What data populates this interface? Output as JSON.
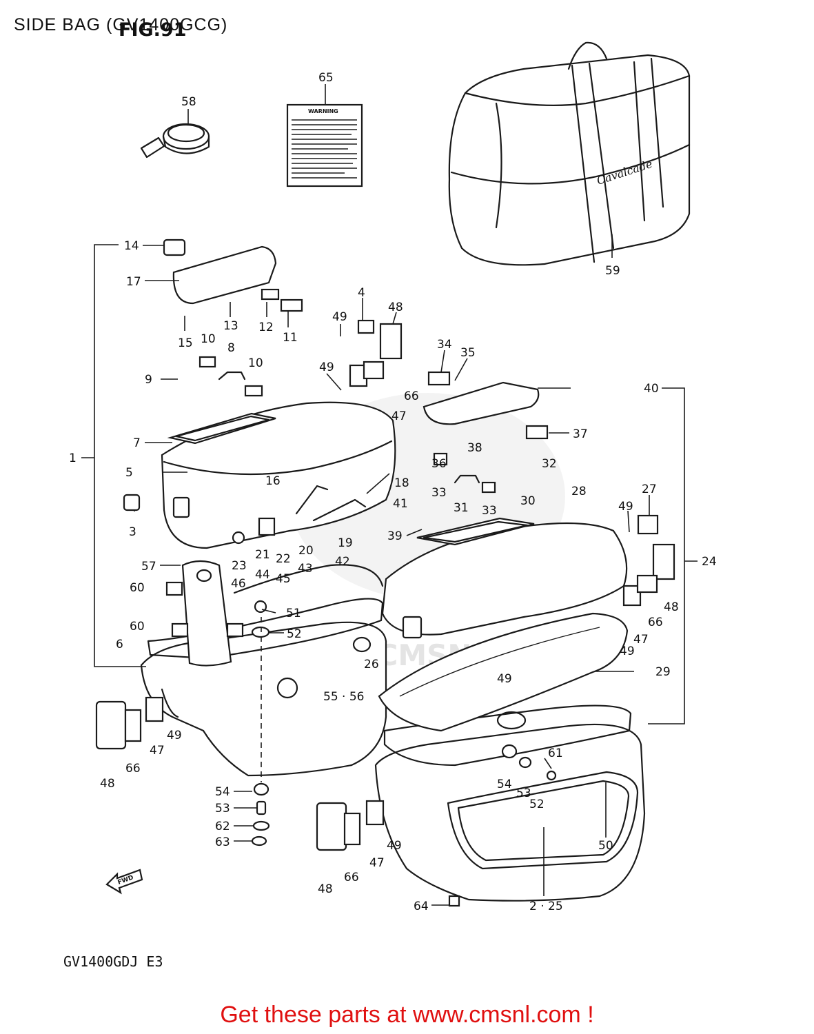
{
  "page": {
    "title": "SIDE BAG (GV1400GCG)",
    "figure_label": "FIG.91",
    "model_code": "GV1400GDJ  E3",
    "promo_text": "Get these parts at www.cmsnl.com !",
    "warning_label": "WARNING",
    "bag_script": "Cavalcade",
    "fwd_arrow": "FWD",
    "watermark": "WWW.CMSNL.COM"
  },
  "colors": {
    "promo": "#e01010",
    "lines": "#1a1a1a",
    "watermark": "#e9e9e9"
  },
  "callouts": [
    {
      "id": "c58",
      "label": "58"
    },
    {
      "id": "c65",
      "label": "65"
    },
    {
      "id": "c59",
      "label": "59"
    },
    {
      "id": "c14",
      "label": "14"
    },
    {
      "id": "c17",
      "label": "17"
    },
    {
      "id": "c13",
      "label": "13"
    },
    {
      "id": "c12",
      "label": "12"
    },
    {
      "id": "c11",
      "label": "11"
    },
    {
      "id": "c15",
      "label": "15"
    },
    {
      "id": "c10a",
      "label": "10"
    },
    {
      "id": "c8",
      "label": "8"
    },
    {
      "id": "c10b",
      "label": "10"
    },
    {
      "id": "c9",
      "label": "9"
    },
    {
      "id": "c4",
      "label": "4"
    },
    {
      "id": "c48a",
      "label": "48"
    },
    {
      "id": "c49a",
      "label": "49"
    },
    {
      "id": "c49b",
      "label": "49"
    },
    {
      "id": "c66a",
      "label": "66"
    },
    {
      "id": "c47a",
      "label": "47"
    },
    {
      "id": "c34",
      "label": "34"
    },
    {
      "id": "c35",
      "label": "35"
    },
    {
      "id": "c40",
      "label": "40"
    },
    {
      "id": "c7",
      "label": "7"
    },
    {
      "id": "c37",
      "label": "37"
    },
    {
      "id": "c36",
      "label": "36"
    },
    {
      "id": "c38",
      "label": "38"
    },
    {
      "id": "c32",
      "label": "32"
    },
    {
      "id": "c1",
      "label": "1"
    },
    {
      "id": "c16",
      "label": "16"
    },
    {
      "id": "c5",
      "label": "5"
    },
    {
      "id": "c18",
      "label": "18"
    },
    {
      "id": "c41",
      "label": "41"
    },
    {
      "id": "c33a",
      "label": "33"
    },
    {
      "id": "c31",
      "label": "31"
    },
    {
      "id": "c33b",
      "label": "33"
    },
    {
      "id": "c30",
      "label": "30"
    },
    {
      "id": "c28",
      "label": "28"
    },
    {
      "id": "c3",
      "label": "3"
    },
    {
      "id": "c49c",
      "label": "49"
    },
    {
      "id": "c27",
      "label": "27"
    },
    {
      "id": "c39",
      "label": "39"
    },
    {
      "id": "c19",
      "label": "19"
    },
    {
      "id": "c24",
      "label": "24"
    },
    {
      "id": "c23",
      "label": "23"
    },
    {
      "id": "c21",
      "label": "21"
    },
    {
      "id": "c22",
      "label": "22"
    },
    {
      "id": "c20",
      "label": "20"
    },
    {
      "id": "c42",
      "label": "42"
    },
    {
      "id": "c57",
      "label": "57"
    },
    {
      "id": "c44",
      "label": "44"
    },
    {
      "id": "c45",
      "label": "45"
    },
    {
      "id": "c43",
      "label": "43"
    },
    {
      "id": "c46",
      "label": "46"
    },
    {
      "id": "c60a",
      "label": "60"
    },
    {
      "id": "c48b",
      "label": "48"
    },
    {
      "id": "c51",
      "label": "51"
    },
    {
      "id": "c66b",
      "label": "66"
    },
    {
      "id": "c60b",
      "label": "60"
    },
    {
      "id": "c52a",
      "label": "52"
    },
    {
      "id": "c47b",
      "label": "47"
    },
    {
      "id": "c6",
      "label": "6"
    },
    {
      "id": "c49d",
      "label": "49"
    },
    {
      "id": "c26",
      "label": "26"
    },
    {
      "id": "c49e",
      "label": "49"
    },
    {
      "id": "c29",
      "label": "29"
    },
    {
      "id": "c55",
      "label": "55 · 56"
    },
    {
      "id": "c49f",
      "label": "49"
    },
    {
      "id": "c47c",
      "label": "47"
    },
    {
      "id": "c66c",
      "label": "66"
    },
    {
      "id": "c48c",
      "label": "48"
    },
    {
      "id": "c61",
      "label": "61"
    },
    {
      "id": "c54a",
      "label": "54"
    },
    {
      "id": "c53a",
      "label": "53"
    },
    {
      "id": "c52b",
      "label": "52"
    },
    {
      "id": "c54b",
      "label": "54"
    },
    {
      "id": "c53b",
      "label": "53"
    },
    {
      "id": "c62",
      "label": "62"
    },
    {
      "id": "c63",
      "label": "63"
    },
    {
      "id": "c49g",
      "label": "49"
    },
    {
      "id": "c47d",
      "label": "47"
    },
    {
      "id": "c50",
      "label": "50"
    },
    {
      "id": "c66d",
      "label": "66"
    },
    {
      "id": "c48d",
      "label": "48"
    },
    {
      "id": "c64",
      "label": "64"
    },
    {
      "id": "c225",
      "label": "2 · 25"
    }
  ]
}
